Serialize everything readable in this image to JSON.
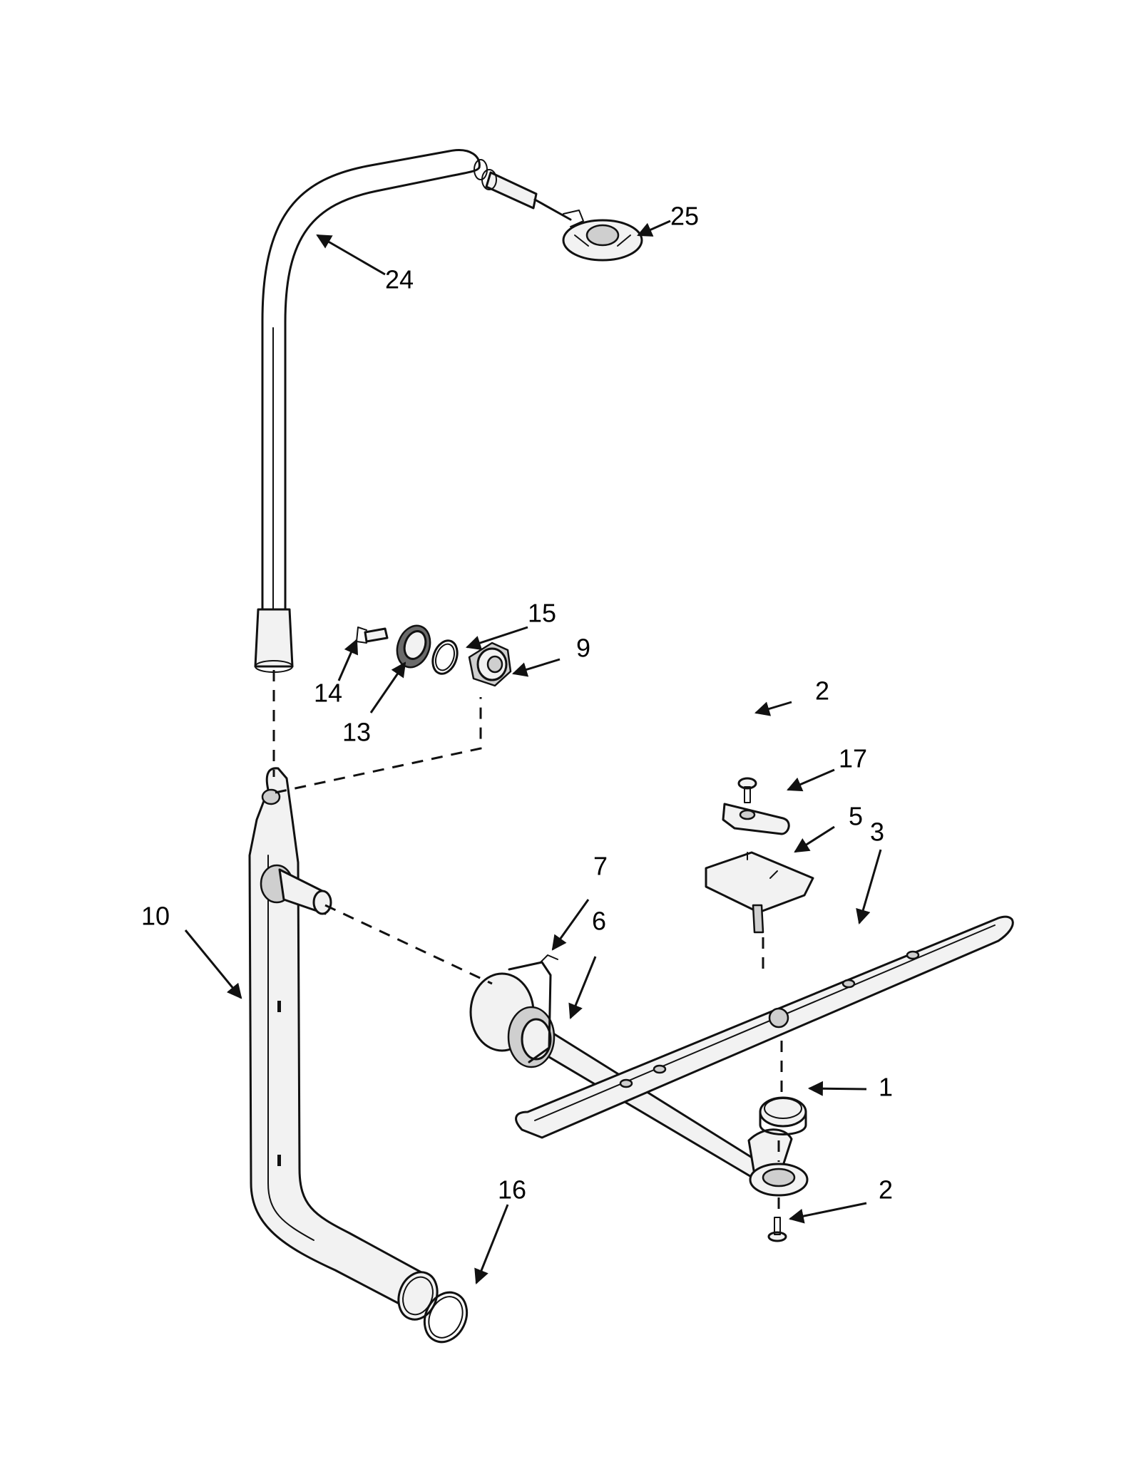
{
  "labels": {
    "p1": "1",
    "p2a": "2",
    "p2b": "2",
    "p3": "3",
    "p5": "5",
    "p6": "6",
    "p7": "7",
    "p9": "9",
    "p10": "10",
    "p13": "13",
    "p14": "14",
    "p15": "15",
    "p16": "16",
    "p17": "17",
    "p24": "24",
    "p25": "25"
  }
}
